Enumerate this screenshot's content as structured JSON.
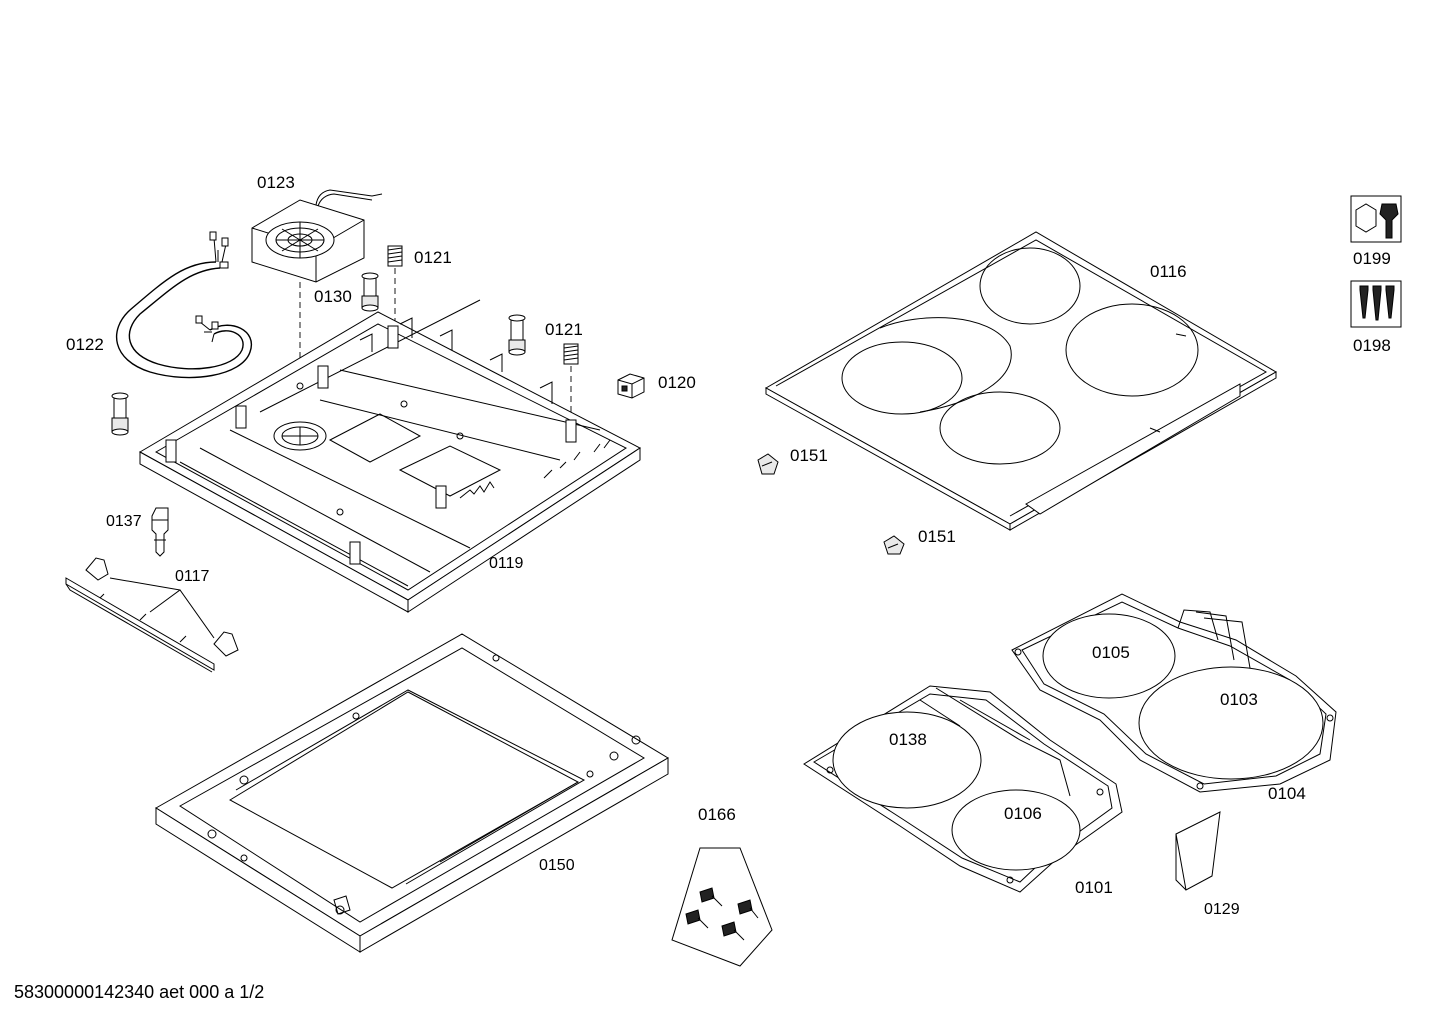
{
  "labels": {
    "p0123": "0123",
    "p0121a": "0121",
    "p0130": "0130",
    "p0121b": "0121",
    "p0122": "0122",
    "p0120": "0120",
    "p0137": "0137",
    "p0117": "0117",
    "p0119": "0119",
    "p0150": "0150",
    "p0166": "0166",
    "p0116": "0116",
    "p0151a": "0151",
    "p0151b": "0151",
    "p0105": "0105",
    "p0103": "0103",
    "p0104": "0104",
    "p0138": "0138",
    "p0106": "0106",
    "p0101": "0101",
    "p0129": "0129",
    "p0199": "0199",
    "p0198": "0198"
  },
  "footer": {
    "document_code": "58300000142340 aet 000 a 1/2"
  },
  "icons": {
    "tool_kit": "wrench-nut-icon",
    "screw_set": "screws-icon"
  }
}
